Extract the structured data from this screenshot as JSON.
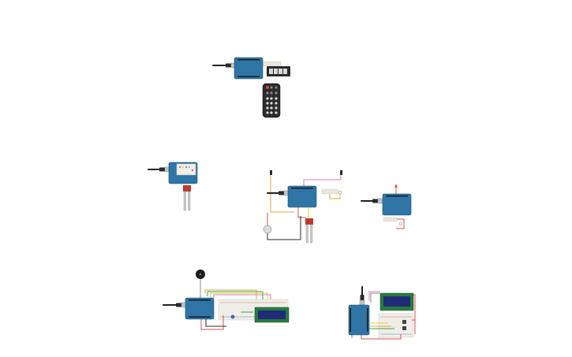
{
  "canvas": {
    "background": "#ffffff"
  },
  "projects": [
    {
      "id": "ir-remote-7segment",
      "components": [
        "arduino-uno",
        "usb-cable",
        "four-digit-7-segment-display",
        "ir-remote"
      ]
    },
    {
      "id": "soil-moisture-led",
      "components": [
        "arduino-uno",
        "usb-cable",
        "mini-breadboard",
        "soil-moisture-sensor"
      ]
    },
    {
      "id": "soil-moisture-pump",
      "components": [
        "arduino-uno",
        "usb-cable",
        "dc-motor",
        "soil-moisture-sensor",
        "photoresistor",
        "probes"
      ]
    },
    {
      "id": "led-resistor",
      "components": [
        "arduino-uno",
        "usb-cable",
        "red-led",
        "resistor"
      ]
    },
    {
      "id": "buzzer-lcd",
      "components": [
        "arduino-uno",
        "usb-cable",
        "piezo-buzzer",
        "breadboard",
        "lcd-16x2",
        "potentiometer"
      ]
    },
    {
      "id": "lcd-vertical",
      "components": [
        "arduino-uno",
        "usb-cable",
        "breadboard",
        "lcd-16x2",
        "push-buttons"
      ]
    }
  ],
  "colors": {
    "arduino": "#2f75a6",
    "lcd": "#2b7a3e",
    "lcd_screen": "#1f2a78",
    "sensor": "#c0392b",
    "wire_red": "#d9534f",
    "wire_orange": "#e8a33c",
    "wire_yellow": "#e6d23a",
    "wire_pink": "#d67fb0",
    "wire_gray": "#8c8c8c"
  }
}
